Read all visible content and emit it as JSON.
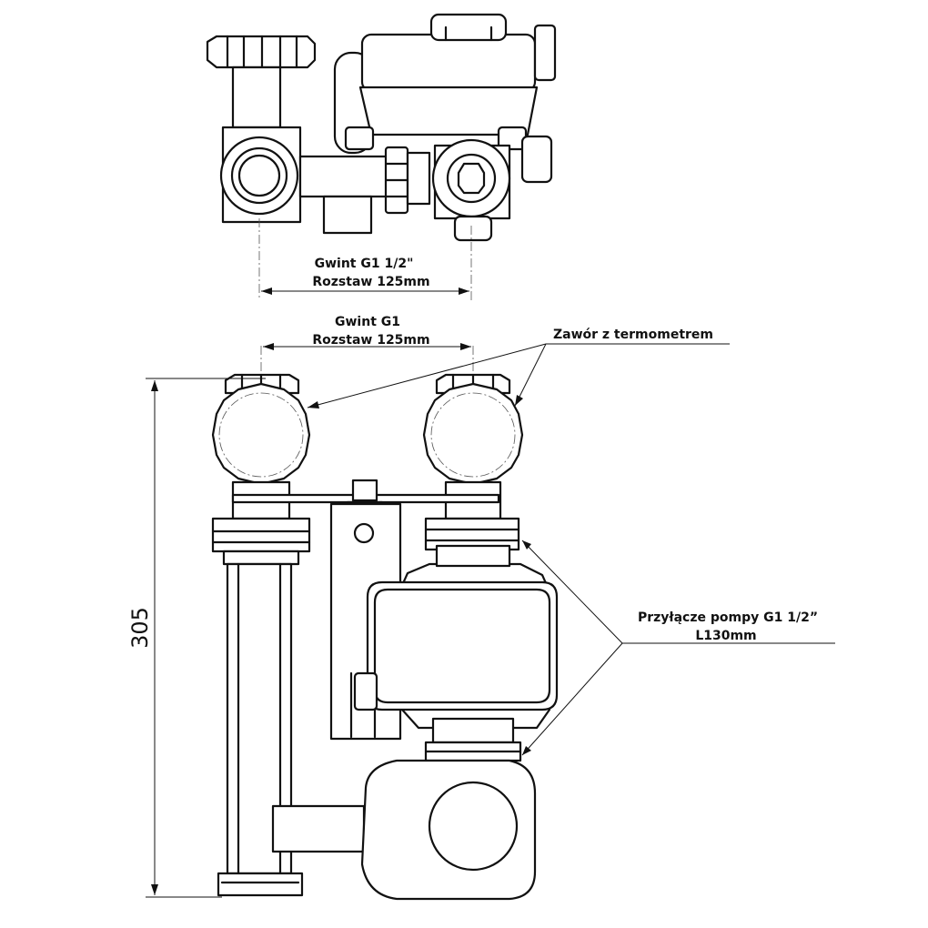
{
  "labels": {
    "top_thread": "Gwint G1 1/2\"",
    "top_spacing": "Rozstaw 125mm",
    "front_thread": "Gwint G1",
    "front_spacing": "Rozstaw 125mm",
    "valve": "Zawór z termometrem",
    "pump_connection": "Przyłącze pompy G1 1/2”",
    "pump_length": "L130mm",
    "height": "305"
  },
  "colors": {
    "line": "#111111",
    "background": "#ffffff"
  }
}
